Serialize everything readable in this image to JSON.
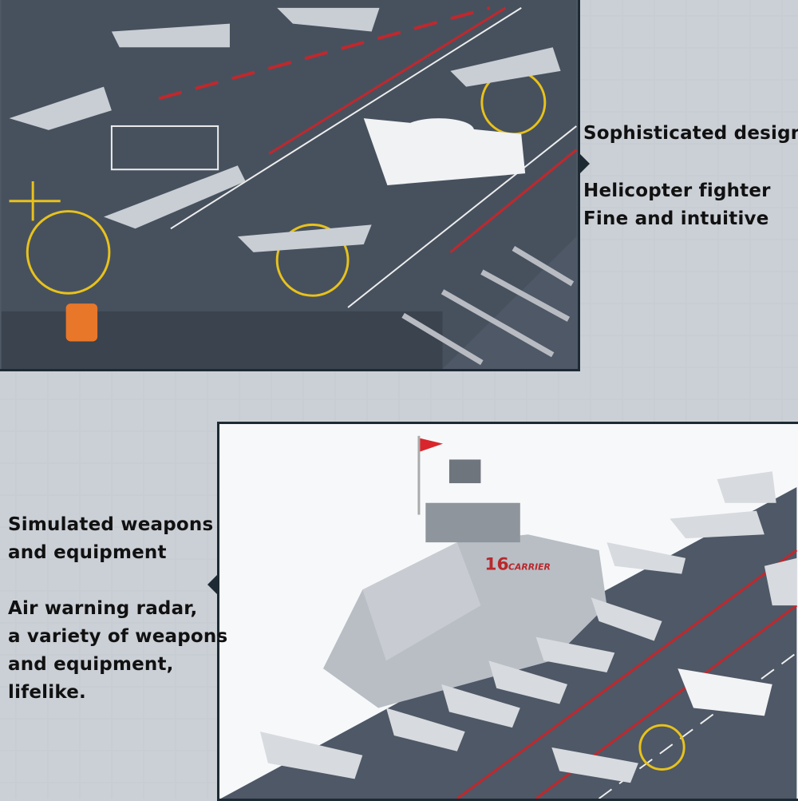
{
  "top_section": {
    "captions": [
      "Sophisticated design"
    ],
    "details": [
      "Helicopter fighter",
      "Fine and intuitive"
    ]
  },
  "bottom_section": {
    "captions": [
      "Simulated weapons",
      "and equipment"
    ],
    "details": [
      "Air warning radar,",
      "a variety of weapons",
      "and equipment,",
      "lifelike."
    ],
    "ship_markings": {
      "hull_number": "16",
      "label": "CARRIER"
    }
  },
  "colors": {
    "background": "#d9dde3",
    "border": "#1d2a33",
    "deck": "#505a66",
    "deck_red_line": "#c0282d",
    "deck_yellow_marking": "#e8c21c",
    "aircraft": "#c9ced4"
  }
}
